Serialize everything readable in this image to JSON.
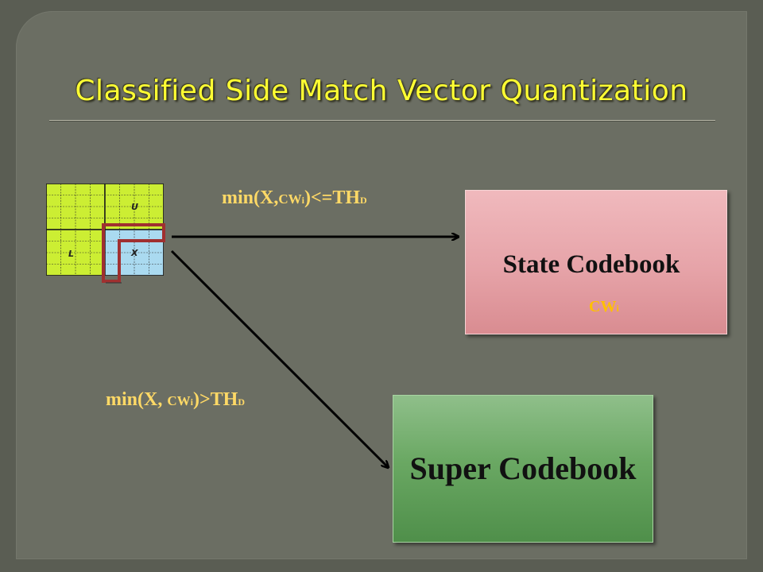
{
  "title": "Classified Side Match Vector Quantization",
  "grid": {
    "label_u": "U",
    "label_l": "L",
    "label_x": "X"
  },
  "condition_top": {
    "prefix": "min(X,",
    "cw": "CW",
    "cw_sub": "i",
    "suffix": ")<=TH",
    "th_sub": "D"
  },
  "condition_bottom": {
    "prefix": "min(X, ",
    "cw": "CW",
    "cw_sub": "i",
    "suffix": ")>TH",
    "th_sub": "D"
  },
  "state_codebook": {
    "title": "State Codebook",
    "cw": "CW",
    "cw_sub": "i"
  },
  "super_codebook": {
    "title": "Super Codebook"
  },
  "colors": {
    "title": "#ffff33",
    "condition": "#ffd966",
    "grid_fill": "#ccee33",
    "x_block": "#aadaf0",
    "highlight": "#a03030",
    "state_box": "#e6a3a8",
    "super_box": "#6aa863"
  }
}
